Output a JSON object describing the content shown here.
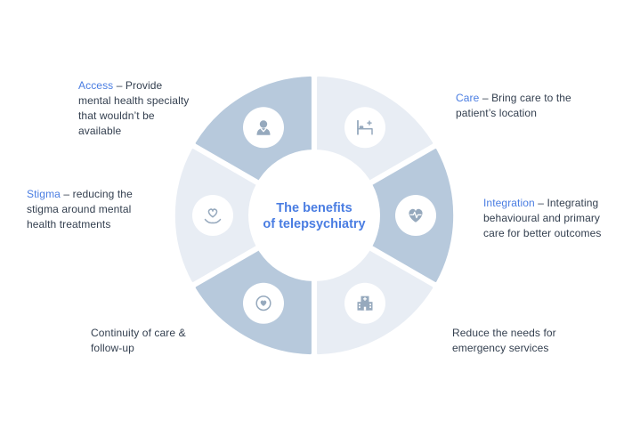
{
  "center": {
    "line1": "The benefits",
    "line2": "of telepsychiatry"
  },
  "colors": {
    "accent": "#4a7de2",
    "text_dark": "#333f4f",
    "petal_dark": "#b7c9dc",
    "petal_light": "#e8edf4",
    "icon": "#96a9bd"
  },
  "labels": {
    "access": {
      "keyword": "Access",
      "text": " – Provide mental health specialty that wouldn’t be available"
    },
    "care": {
      "keyword": "Care",
      "text": " – Bring care to the patient’s location"
    },
    "integration": {
      "keyword": "Integration",
      "text": " – Integrating behavioural and primary care for better outcomes"
    },
    "stigma": {
      "keyword": "Stigma",
      "text": " – reducing the stigma around mental health treatments"
    },
    "reduce": {
      "text": "Reduce the needs for emergency services"
    },
    "continuity": {
      "text": "Continuity of care & follow-up"
    }
  },
  "segments": [
    {
      "name": "access",
      "icon": "person-icon",
      "tone": "dark"
    },
    {
      "name": "care",
      "icon": "hospital-bed-icon",
      "tone": "light"
    },
    {
      "name": "integration",
      "icon": "heart-pulse-icon",
      "tone": "dark"
    },
    {
      "name": "reduce",
      "icon": "hospital-building-icon",
      "tone": "light"
    },
    {
      "name": "continuity",
      "icon": "heart-cycle-icon",
      "tone": "dark"
    },
    {
      "name": "stigma",
      "icon": "hands-heart-icon",
      "tone": "light"
    }
  ]
}
